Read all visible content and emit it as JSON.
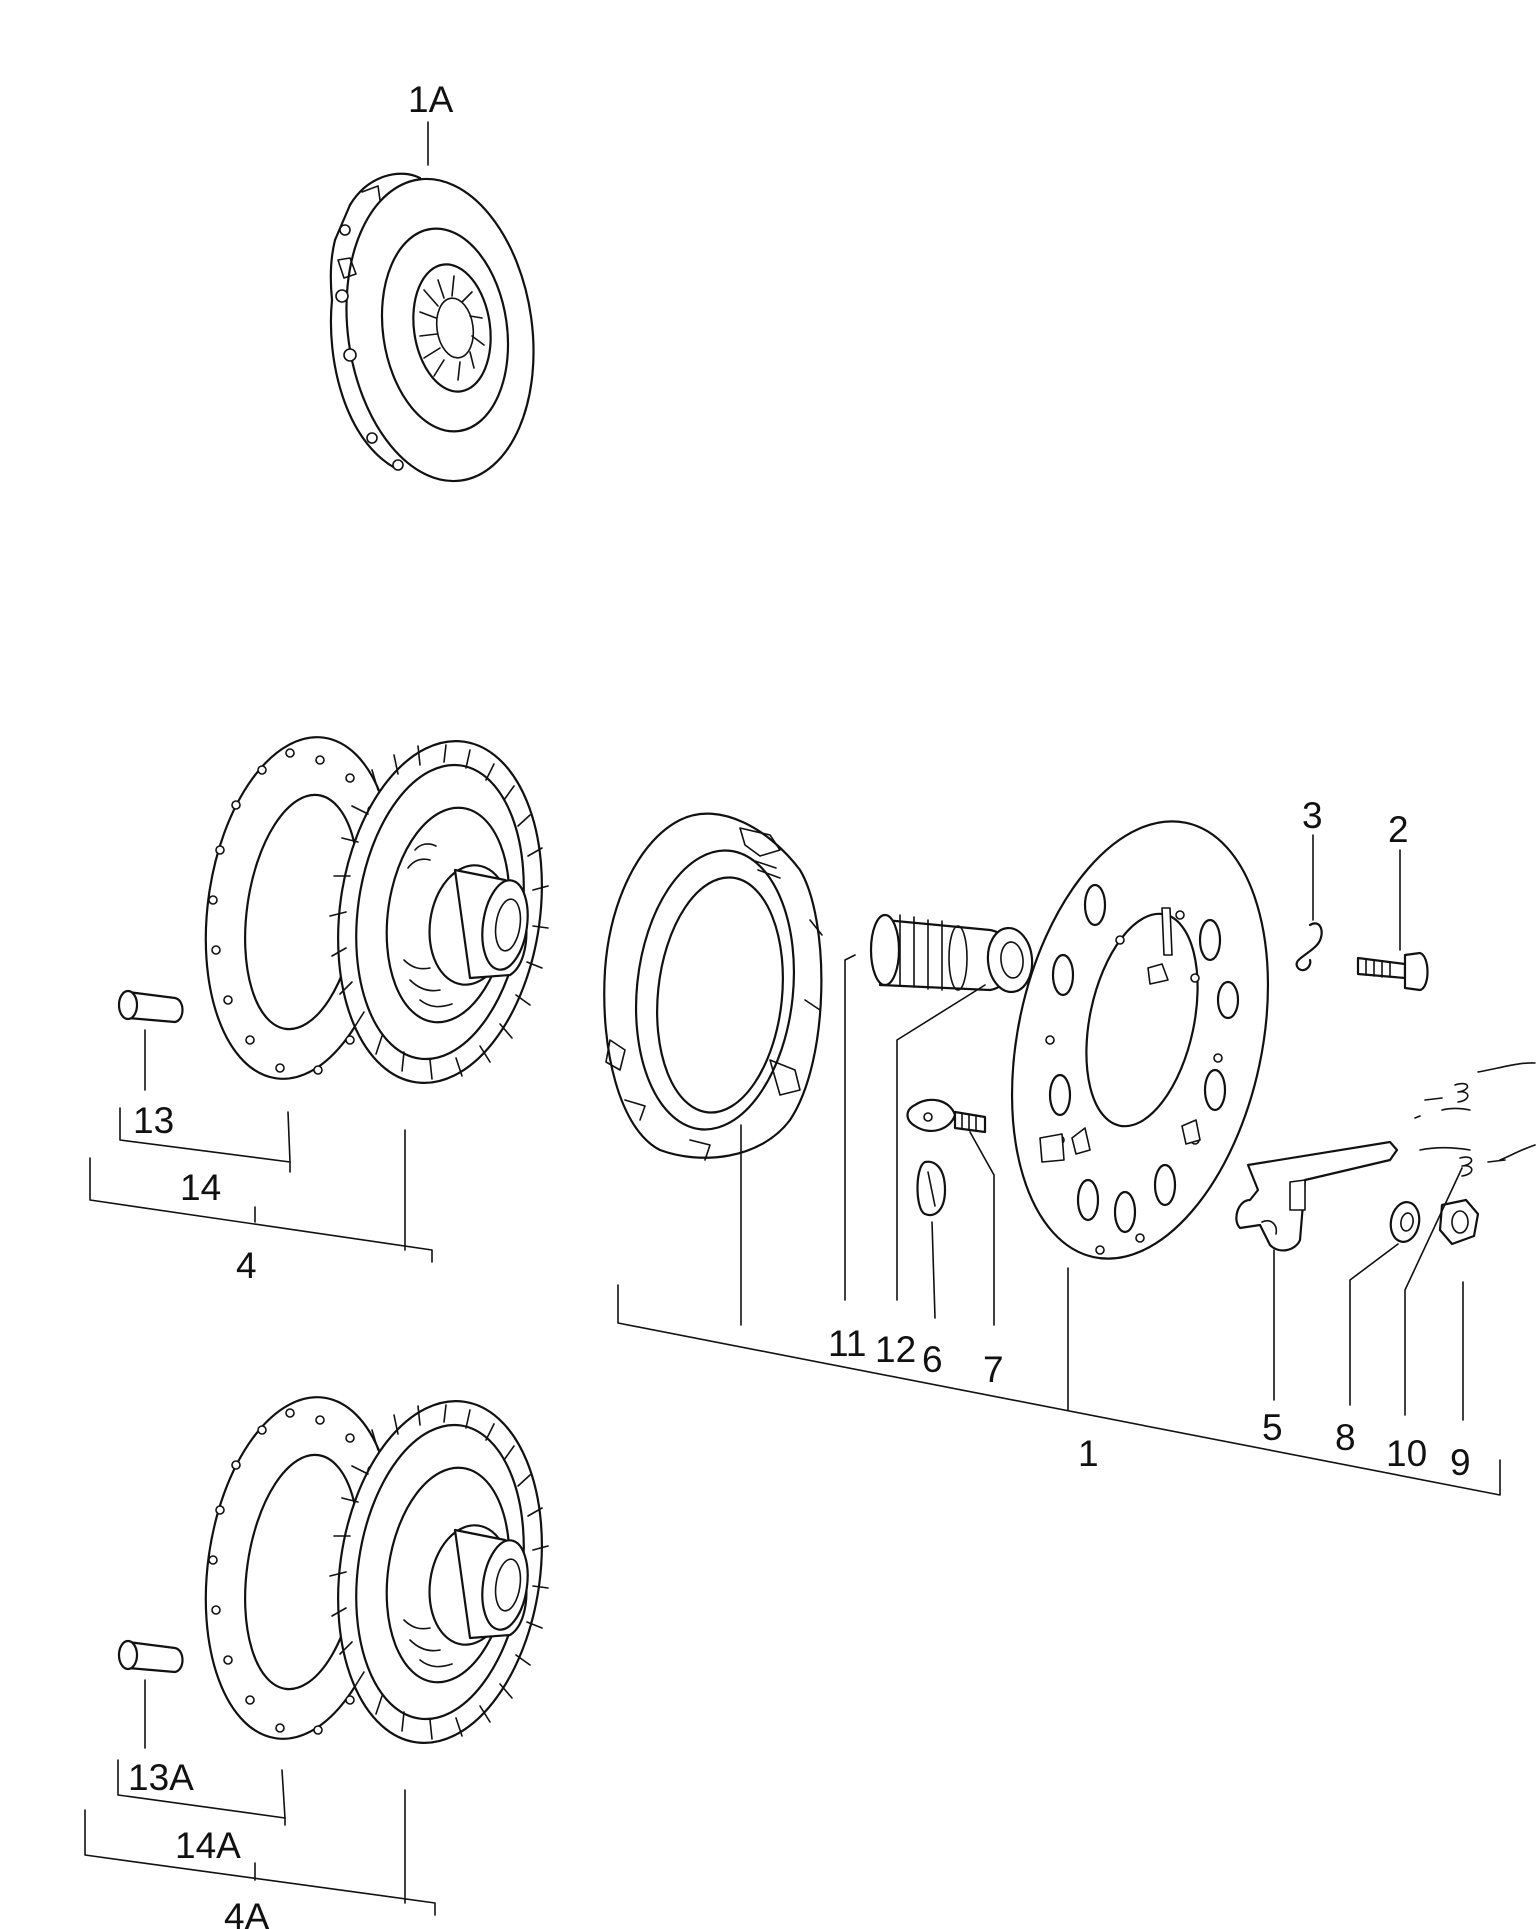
{
  "labels": {
    "l1A": "1A",
    "l1": "1",
    "l2": "2",
    "l3": "3",
    "l4": "4",
    "l4A": "4A",
    "l5": "5",
    "l6": "6",
    "l7": "7",
    "l8": "8",
    "l9": "9",
    "l10": "10",
    "l11": "11",
    "l12": "12",
    "l13": "13",
    "l13A": "13A",
    "l14": "14",
    "l14A": "14A"
  }
}
